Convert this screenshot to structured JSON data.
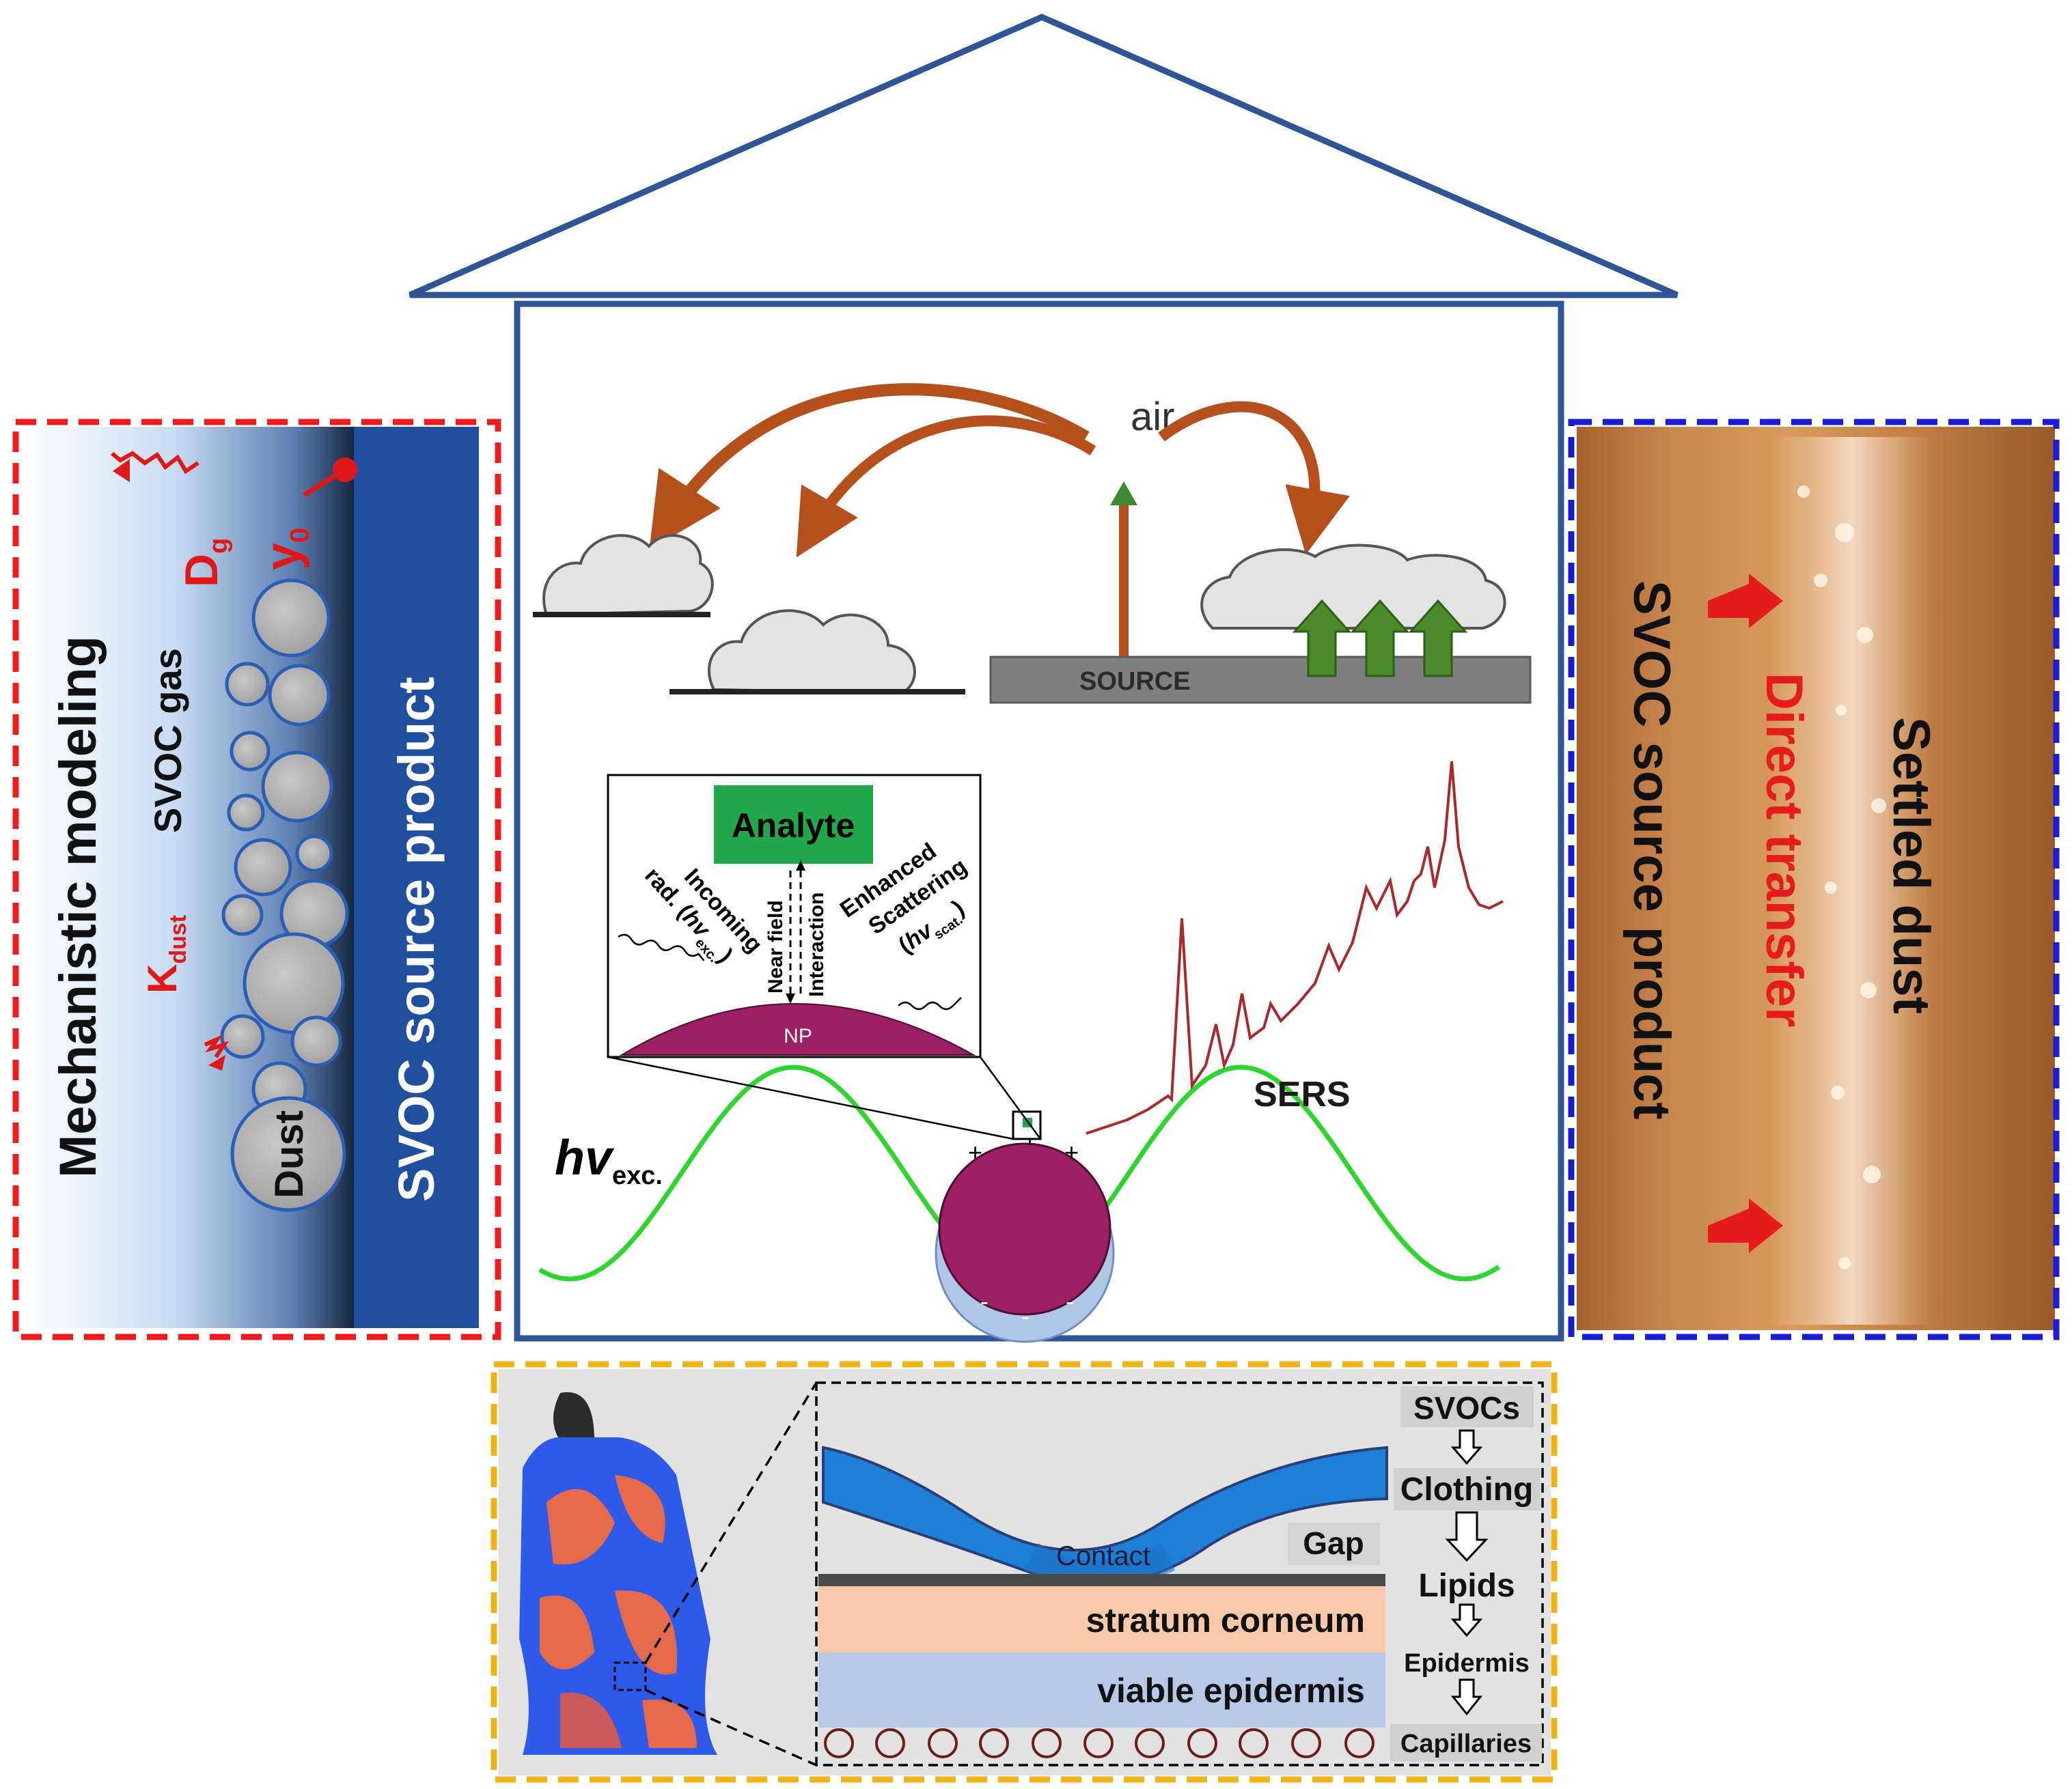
{
  "center": {
    "air_label": "air",
    "source_label": "SOURCE",
    "sers_label": "SERS",
    "hv_main": "hv",
    "hv_sub": "exc.",
    "analyte_label": "Analyte",
    "np_label": "NP",
    "incoming_line1": "Incoming",
    "incoming_line2": "rad. (",
    "incoming_hv": "hv",
    "incoming_sub": "exc.",
    "incoming_close": ")",
    "near_field": "Near field",
    "interaction": "Interaction",
    "enhanced_line1": "Enhanced",
    "enhanced_line2": "Scattering",
    "scat_open": "(",
    "scat_hv": "hv",
    "scat_sub": "scat.",
    "scat_close": ")",
    "plus": "+",
    "minus": "-"
  },
  "left_panel": {
    "title": "Mechanistic modeling",
    "svoc_gas": "SVOC gas",
    "source_product": "SVOC source product",
    "dust_label": "Dust",
    "dg_main": "D",
    "dg_sub": "g",
    "y0_main": "y",
    "y0_sub": "0",
    "kdust_main": "K",
    "kdust_sub": "dust",
    "colors": {
      "border": "#ee1c1c",
      "product": "#1f4f9e",
      "label_red": "#e01818"
    }
  },
  "right_panel": {
    "settled_dust": "Settled dust",
    "direct_transfer": "Direct transfer",
    "source_product": "SVOC source product",
    "colors": {
      "border": "#1c1cd6",
      "label_red": "#e51c1c"
    }
  },
  "bottom_panel": {
    "contact_label": "Contact",
    "gap_label": "Gap",
    "stratum_corneum": "stratum corneum",
    "viable_epidermis": "viable epidermis",
    "flow_steps": [
      "SVOCs",
      "Clothing",
      "Lipids",
      "Epidermis",
      "Capillaries"
    ],
    "colors": {
      "border": "#f2b418",
      "clothing": "#1e7fd6",
      "stratum": "#f8c9a8",
      "epidermis": "#b8c9e8"
    }
  },
  "house": {
    "colors": {
      "outline": "#2f5597"
    }
  }
}
